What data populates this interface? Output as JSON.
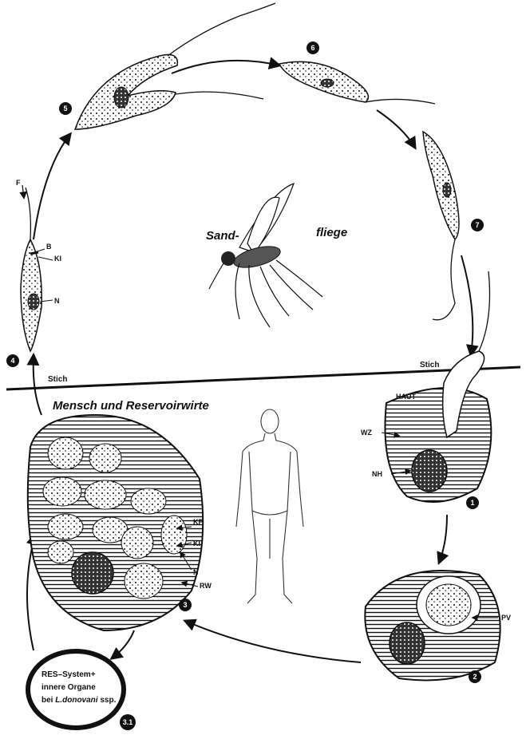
{
  "stages": [
    "1",
    "2",
    "3",
    "3.1",
    "4",
    "5",
    "6",
    "7"
  ],
  "labels": {
    "F": "F",
    "B": "B",
    "KI_top": "KI",
    "N_top": "N",
    "stich_left": "Stich",
    "stich_right": "Stich",
    "haut": "HAUT",
    "wz": "WZ",
    "nh": "NH",
    "pv": "PV",
    "kf": "KF",
    "ki_cell": "KI",
    "n_cell": "N",
    "rw": "RW"
  },
  "sandfly": {
    "line1": "Sand-",
    "line2": "fliege"
  },
  "host_section": "Mensch und Reservoirwirte",
  "res_box": {
    "line1": "RES–System+",
    "line2": "innere Organe",
    "line3_prefix": "bei ",
    "line3_italic": "L.donovani",
    "line3_suffix": " ssp."
  },
  "icon_names": [
    "sandfly-icon",
    "human-figure-icon",
    "promastigote-icon",
    "amastigote-cell-icon"
  ]
}
